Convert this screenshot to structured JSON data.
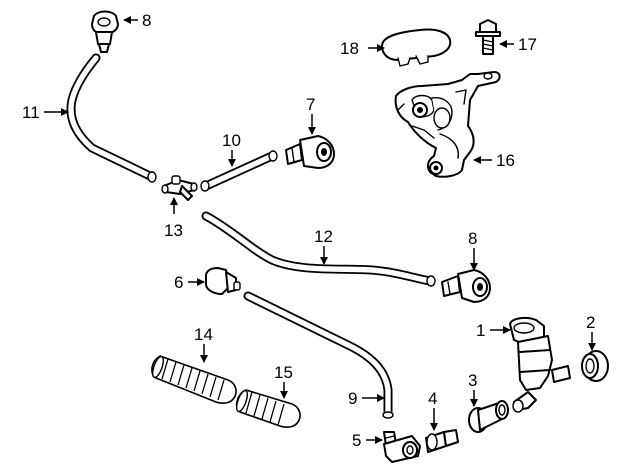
{
  "callouts": {
    "n1": "1",
    "n2": "2",
    "n3": "3",
    "n4": "4",
    "n5": "5",
    "n6": "6",
    "n7": "7",
    "n8a": "8",
    "n8b": "8",
    "n9": "9",
    "n10": "10",
    "n11": "11",
    "n12": "12",
    "n13": "13",
    "n14": "14",
    "n15": "15",
    "n16": "16",
    "n17": "17",
    "n18": "18"
  }
}
